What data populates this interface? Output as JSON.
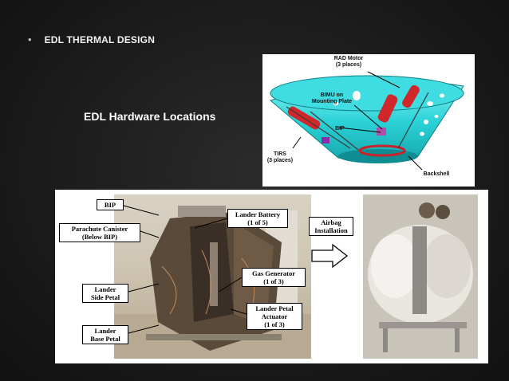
{
  "slide": {
    "bullet": "•",
    "title": "EDL THERMAL DESIGN",
    "subtitle": "EDL Hardware Locations"
  },
  "backshell_diagram": {
    "labels": {
      "rad_motor": "RAD Motor\n(3 places)",
      "bimu": "BIMU on\nMounting Plate",
      "bip": "BIP",
      "tirs": "TIRS\n(3 places)",
      "backshell": "Backshell"
    },
    "colors": {
      "shell": "#2bd3d8",
      "shell_dark": "#1aa6ac",
      "motor": "#d0282a",
      "ring": "#c8232a"
    }
  },
  "hardware_photos": {
    "callouts": {
      "bip": "BIP",
      "parachute": "Parachute Canister\n(Below BIP)",
      "lander_battery": "Lander Battery\n(1 of 5)",
      "side_petal": "Lander\nSide Petal",
      "gas_generator": "Gas Generator\n(1 of 3)",
      "petal_actuator": "Lander Petal\nActuator\n(1 of 3)",
      "base_petal": "Lander\nBase Petal",
      "airbag": "Airbag\nInstallation"
    }
  }
}
